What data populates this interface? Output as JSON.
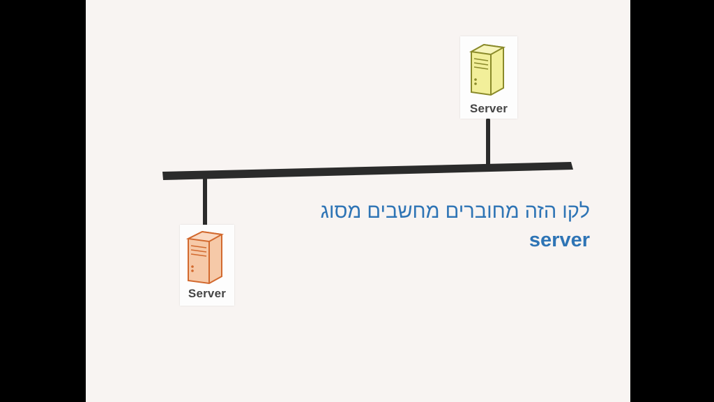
{
  "colors": {
    "frame": "#000000",
    "slide_background": "#f8f4f2",
    "bus_line": "#2b2b2b",
    "server_top_fill": "#f2ef9a",
    "server_top_stroke": "#8a8a2a",
    "server_bottom_fill": "#f6c9a8",
    "server_bottom_stroke": "#d2692e",
    "caption_text": "#2e74b5"
  },
  "diagram": {
    "servers": [
      {
        "id": "server-top",
        "label": "Server",
        "icon": "server-tower-icon",
        "color": "yellow"
      },
      {
        "id": "server-bottom",
        "label": "Server",
        "icon": "server-tower-icon",
        "color": "orange"
      }
    ]
  },
  "caption": {
    "line1": "לקו הזה מחוברים מחשבים מסוג",
    "line2": "server"
  }
}
